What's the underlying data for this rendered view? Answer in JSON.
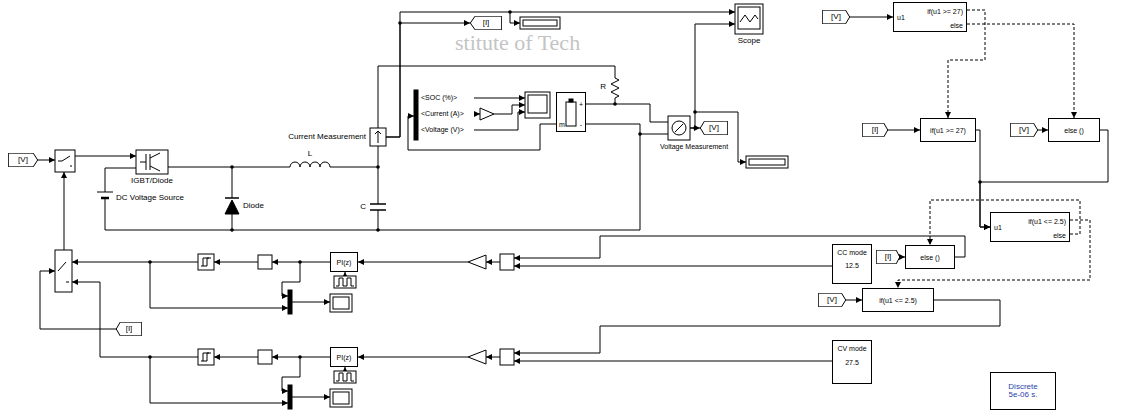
{
  "diagram": {
    "nodes": [
      {
        "text": [
          "[V]"
        ]
      },
      {
        "text": [
          "IGBT/Diode"
        ]
      },
      {
        "text": [
          "DC Voltage Source"
        ]
      },
      {
        "text": [
          "Diode"
        ]
      },
      {
        "text": [
          "L"
        ]
      },
      {
        "text": [
          "C"
        ]
      },
      {
        "text": [
          "Current Measurement"
        ]
      },
      {
        "text": [
          "[I]"
        ]
      },
      {
        "text": [
          "R"
        ]
      },
      {
        "text": [
          "<SOC (%)>",
          "<Current (A)>",
          "<Voltage (V)>"
        ]
      },
      {
        "text": [
          "m",
          "+",
          "-"
        ]
      },
      {
        "text": [
          "Voltage Measurement"
        ]
      },
      {
        "text": [
          "[V]"
        ]
      },
      {
        "text": [
          "Scope"
        ]
      },
      {
        "text": [
          "[V]"
        ]
      },
      {
        "text": [
          "u1",
          "if(u1 >= 27)",
          "else"
        ]
      },
      {
        "text": [
          "[I]"
        ]
      },
      {
        "text": [
          "if(u1 >= 27)"
        ]
      },
      {
        "text": [
          "[V]"
        ]
      },
      {
        "text": [
          "else ()"
        ]
      },
      {
        "text": [
          "u1",
          "if(u1 <= 2.5)",
          "else"
        ]
      },
      {
        "text": [
          "[I]"
        ]
      },
      {
        "text": [
          "else ()"
        ]
      },
      {
        "text": [
          "[V]"
        ]
      },
      {
        "text": [
          "if(u1 <= 2.5)"
        ]
      },
      {
        "text": [
          "PI(z)"
        ]
      },
      {
        "text": [
          "CC mode",
          "12.5"
        ]
      },
      {
        "text": [
          "[I]"
        ]
      },
      {
        "text": [
          "PI(z)"
        ]
      },
      {
        "text": [
          "CV mode",
          "27.5"
        ]
      },
      {
        "text": [
          "Discrete",
          "5e-06 s."
        ]
      }
    ],
    "edges": [
      {
        "from": 1,
        "to": 4,
        "arrow": "none"
      },
      {
        "from": 4,
        "to": 6,
        "arrow": "none"
      },
      {
        "from": 6,
        "to": 7,
        "arrow": "to"
      },
      {
        "from": 6,
        "to": 13,
        "arrow": "to"
      },
      {
        "from": 6,
        "to": 8,
        "arrow": "none"
      },
      {
        "from": 8,
        "to": 10,
        "arrow": "none"
      },
      {
        "from": 10,
        "to": 9,
        "arrow": "to"
      },
      {
        "from": 10,
        "to": 11,
        "arrow": "none"
      },
      {
        "from": 11,
        "to": 12,
        "arrow": "to"
      },
      {
        "from": 11,
        "to": 13,
        "arrow": "to"
      },
      {
        "from": 14,
        "to": 15,
        "arrow": "to"
      },
      {
        "from": 15,
        "to": 17,
        "arrow": "to"
      },
      {
        "from": 15,
        "to": 19,
        "arrow": "to"
      },
      {
        "from": 16,
        "to": 17,
        "arrow": "to"
      },
      {
        "from": 18,
        "to": 19,
        "arrow": "to"
      },
      {
        "from": 17,
        "to": 20,
        "arrow": "to"
      },
      {
        "from": 19,
        "to": 20,
        "arrow": "to"
      },
      {
        "from": 20,
        "to": 24,
        "arrow": "to"
      },
      {
        "from": 20,
        "to": 22,
        "arrow": "to"
      },
      {
        "from": 21,
        "to": 22,
        "arrow": "to"
      },
      {
        "from": 23,
        "to": 24,
        "arrow": "to"
      }
    ],
    "labels": [
      "stitute of Tech"
    ]
  }
}
